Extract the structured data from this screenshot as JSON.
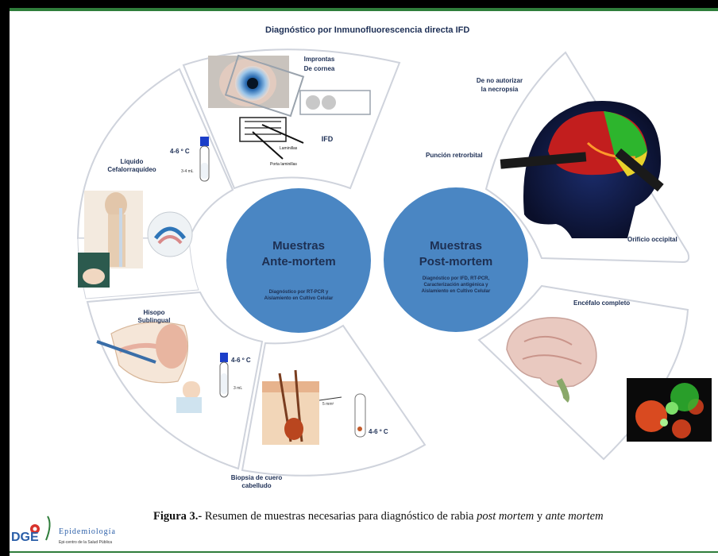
{
  "title": "Diagnóstico por Inmunofluorescencia directa IFD",
  "ante_mortem": {
    "heading_line1": "Muestras",
    "heading_line2": "Ante-mortem",
    "desc_line1": "Diagnóstico por RT-PCR y",
    "desc_line2": "Aislamiento en Cultivo Celular"
  },
  "post_mortem": {
    "heading_line1": "Muestras",
    "heading_line2": "Post-mortem",
    "desc_line1": "Diagnóstico por IFD, RT-PCR,",
    "desc_line2": "Caracterización antigénica y",
    "desc_line3": "Aislamiento en Cultivo Celular"
  },
  "labels": {
    "improntas1": "Improntas",
    "improntas2": "De cornea",
    "ifd": "IFD",
    "laminillas": "Laminillas",
    "porta": "Porta laminillas",
    "lcr1": "Líquido",
    "lcr2": "Cefalorraquídeo",
    "temp": "4-6 º C",
    "ml1": "3-4 mL",
    "ml2": "3 mL",
    "hisopo1": "Hisopo",
    "hisopo2": "Sublingual",
    "biopsia1": "Biopsia de cuero",
    "biopsia2": "cabelludo",
    "mm": "5 mm²",
    "no_autorizar1": "De no autorizar",
    "no_autorizar2": "la necropsia",
    "puncion": "Punción retrorbital",
    "orificio": "Orificio occipital",
    "encefalo": "Encéfalo completo"
  },
  "caption": {
    "label": "Figura 3.-",
    "text": " Resumen de muestras necesarias para diagnóstico de rabia ",
    "italic1": "post mortem",
    "mid": " y ",
    "italic2": "ante mortem"
  },
  "logo": {
    "mark": "DGE",
    "name": "Epidemiología",
    "sub": "Epi-centro de la Salud Pública"
  },
  "colors": {
    "circle": "#4a86c3",
    "circle_text": "#1d2f52",
    "label_text": "#1d2f55",
    "panel_stroke": "#cfd3dc",
    "green": "#2f7d3b"
  }
}
